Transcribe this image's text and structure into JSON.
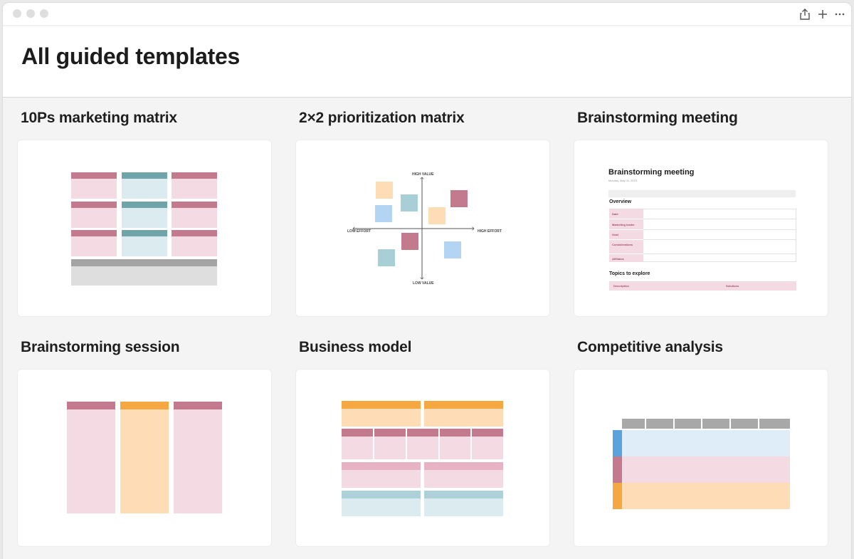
{
  "window": {
    "traffic_lights": [
      "close",
      "minimize",
      "maximize"
    ],
    "toolbar_icons": [
      "share-icon",
      "plus-icon",
      "more-icon"
    ]
  },
  "page": {
    "title": "All guided templates"
  },
  "templates": [
    {
      "title": "10Ps marketing matrix"
    },
    {
      "title": "2×2 prioritization matrix"
    },
    {
      "title": "Brainstorming meeting"
    },
    {
      "title": "Brainstorming session"
    },
    {
      "title": "Business model"
    },
    {
      "title": "Competitive analysis"
    }
  ],
  "matrix_preview": {
    "high_value": "HIGH VALUE",
    "low_value": "LOW VALUE",
    "low_effort": "LOW EFFORT",
    "high_effort": "HIGH EFFORT"
  },
  "meeting_preview": {
    "title": "Brainstorming meeting",
    "date": "Monday, May 11, 2023",
    "overview": "Overview",
    "rows": [
      "Date",
      "Marketing leader",
      "Goal",
      "Considerations",
      "Affiliates"
    ],
    "topics": "Topics to explore",
    "col_description": "Description",
    "col_solutions": "Solutions"
  },
  "colors": {
    "rose": "#c47a8e",
    "rose_light": "#f4dbe3",
    "teal": "#6fa4a8",
    "teal_light": "#dcebef",
    "orange": "#f5a742",
    "orange_light": "#fddcb6",
    "blue": "#5ba3dc",
    "blue_light": "#dfedf8",
    "gray": "#a3a3a3",
    "gray_light": "#dedede"
  }
}
